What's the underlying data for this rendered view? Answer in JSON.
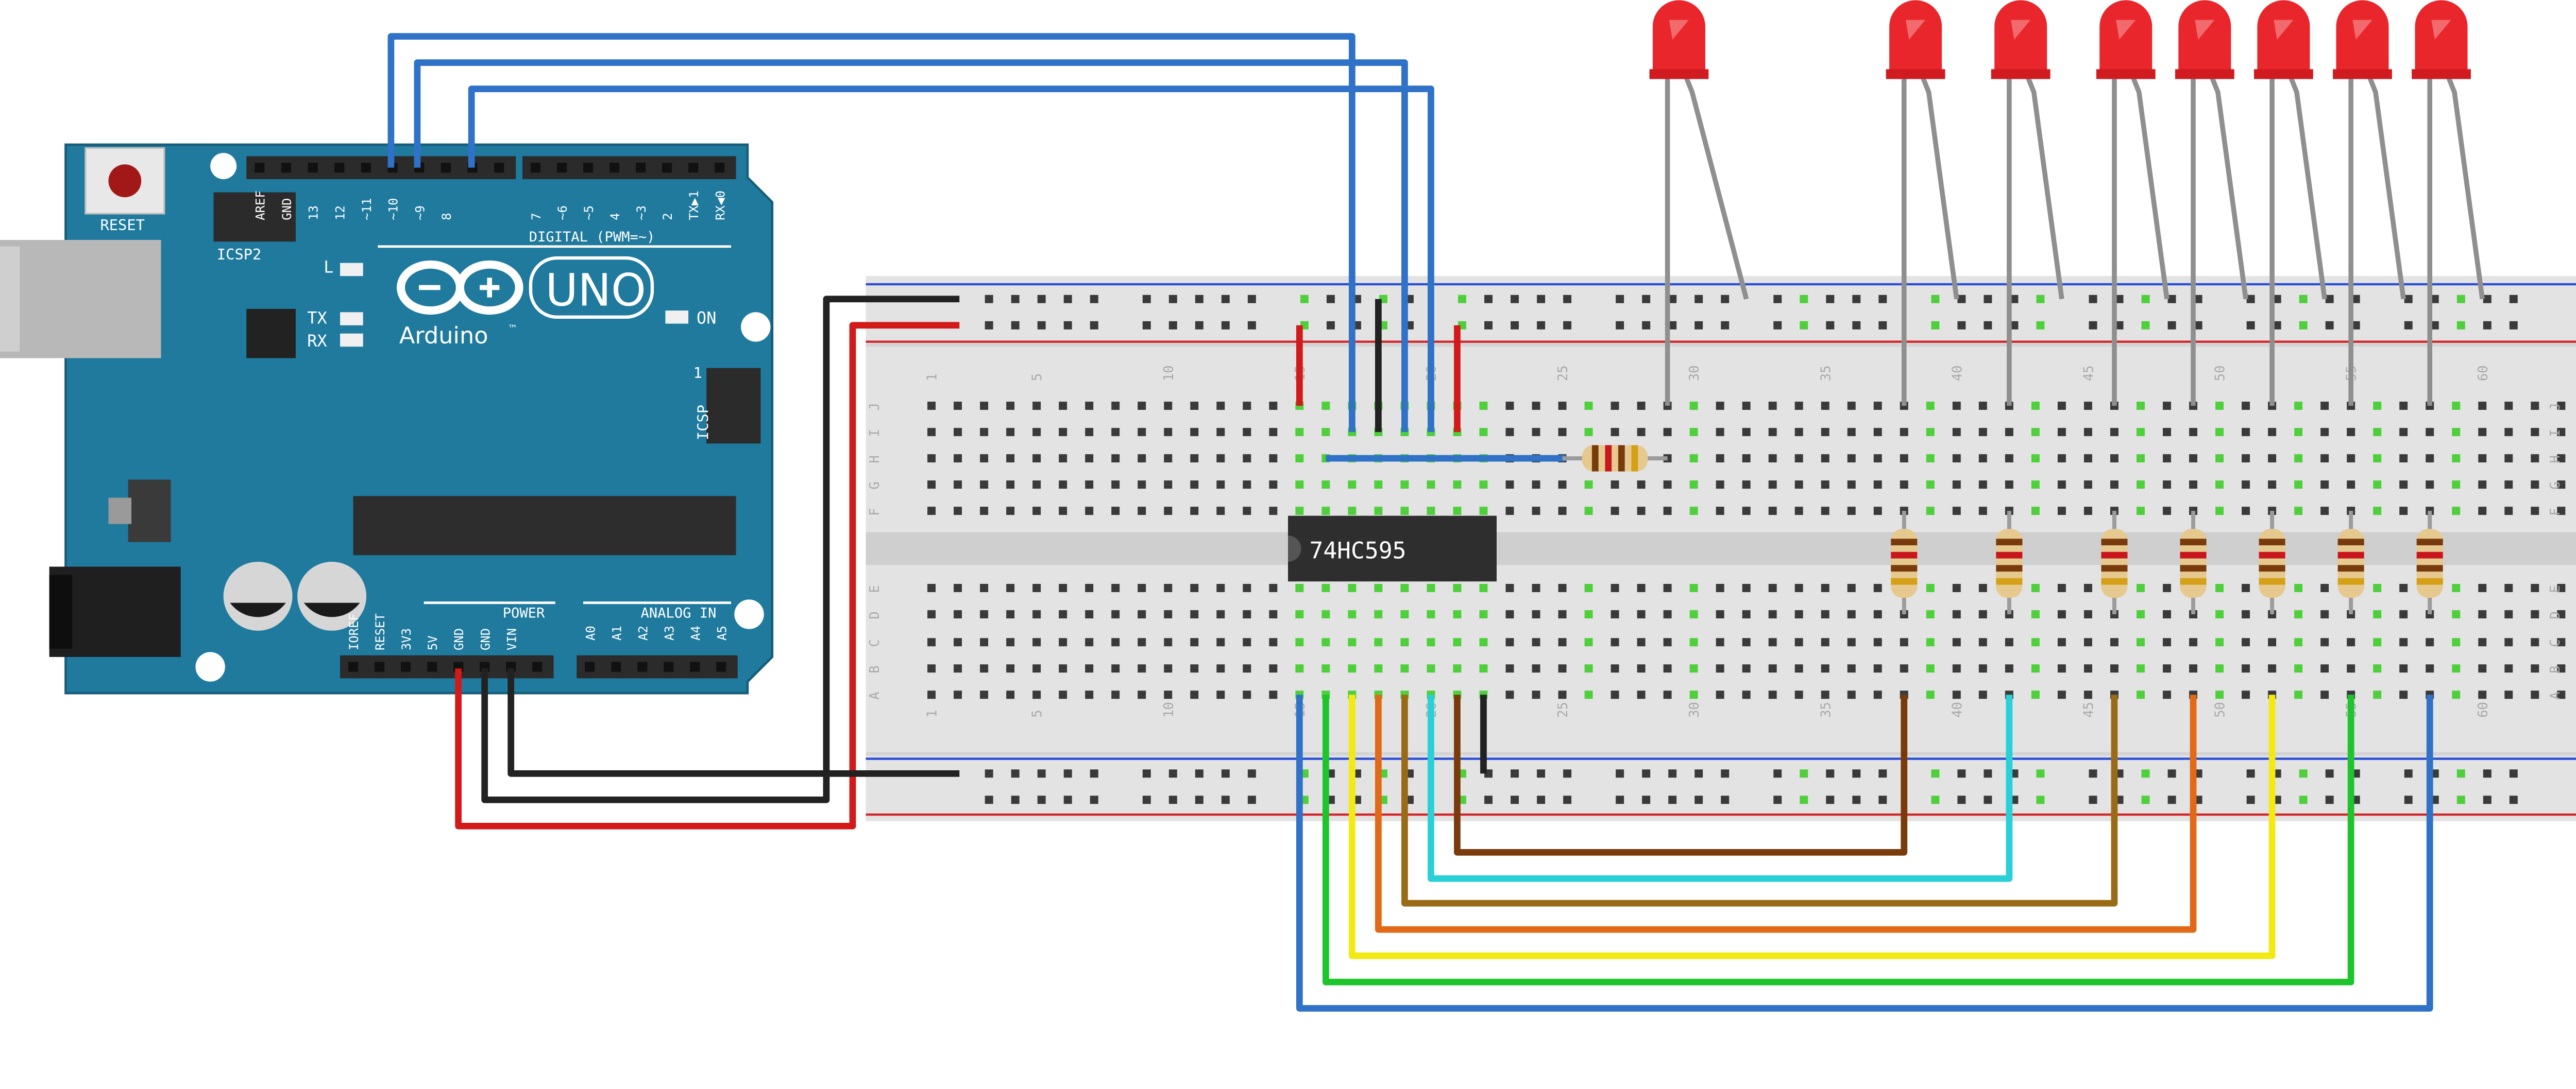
{
  "arduino": {
    "brand": "Arduino",
    "brand_tm": "™",
    "model": "UNO",
    "reset_label": "RESET",
    "icsp2_label": "ICSP2",
    "icsp_label": "ICSP",
    "icsp_pin1": "1",
    "led_l": "L",
    "led_tx": "TX",
    "led_rx": "RX",
    "on_label": "ON",
    "digital_label": "DIGITAL (PWM=~)",
    "power_label": "POWER",
    "analog_label": "ANALOG IN",
    "digital_pins": [
      "AREF",
      "GND",
      "13",
      "12",
      "~11",
      "~10",
      "~9",
      "8",
      "7",
      "~6",
      "~5",
      "4",
      "~3",
      "2",
      "TX▶1",
      "RX◀0"
    ],
    "power_pins": [
      "IOREF",
      "RESET",
      "3V3",
      "5V",
      "GND",
      "GND",
      "VIN"
    ],
    "analog_pins": [
      "A0",
      "A1",
      "A2",
      "A3",
      "A4",
      "A5"
    ],
    "colors": {
      "board": "#1f7a9e",
      "board_edge": "#175e7a",
      "silk": "#ffffff",
      "header": "#2b2b2b"
    }
  },
  "breadboard": {
    "row_letters_top": [
      "J",
      "I",
      "H",
      "G",
      "F"
    ],
    "row_letters_bottom": [
      "E",
      "D",
      "C",
      "B",
      "A"
    ],
    "column_numbers": [
      "1",
      "5",
      "10",
      "15",
      "20",
      "25",
      "30",
      "35",
      "40",
      "45",
      "50",
      "55",
      "60"
    ],
    "colors": {
      "body": "#e3e3e3",
      "rail_red": "#d2262b",
      "rail_blue": "#2b4fd8",
      "hole": "#3a3a3a",
      "hole_active": "#4fcf3c"
    }
  },
  "ic": {
    "label": "74HC595",
    "color": "#2e2e2e"
  },
  "led_color": "#e8262b",
  "wire_colors": {
    "blue": "#2f72c7",
    "black": "#222222",
    "red": "#d21a1a",
    "gray": "#8f8f8f",
    "brown": "#7a3b0c",
    "cyan": "#2ad0d8",
    "olive": "#9a6b17",
    "orange": "#e06a17",
    "yellow": "#f2ea12",
    "green": "#1ec42c",
    "resistor_body": "#e6c98f"
  }
}
